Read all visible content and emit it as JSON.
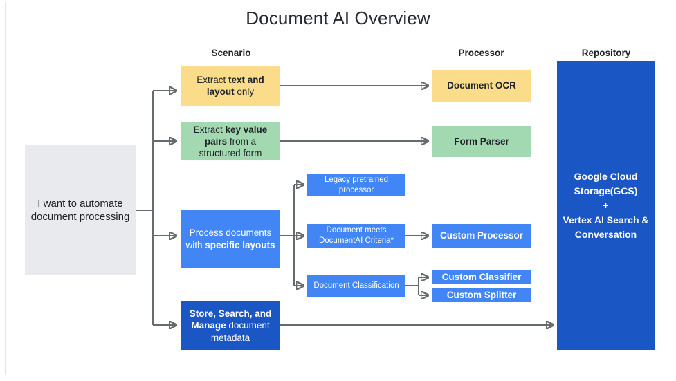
{
  "title": "Document AI Overview",
  "colors": {
    "yellow": "#fbdc8b",
    "green": "#a3d9b1",
    "blue": "#4285f4",
    "dark_blue": "#1a56c4",
    "grey": "#e8eaed",
    "connector": "#666b6f",
    "text_dark": "#1f2328",
    "text_light": "#ffffff"
  },
  "column_headers": {
    "scenario": "Scenario",
    "processor": "Processor",
    "repository": "Repository"
  },
  "entry": {
    "label": "I want to automate document processing",
    "color": "#e8eaed"
  },
  "scenarios": [
    {
      "id": "extract-text-layout",
      "parts": [
        {
          "text": "Extract ",
          "bold": false
        },
        {
          "text": "text and layout",
          "bold": true
        },
        {
          "text": " only",
          "bold": false
        }
      ],
      "plain": "Extract text and layout only",
      "color": "#fbdc8b"
    },
    {
      "id": "extract-key-value",
      "parts": [
        {
          "text": "Extract ",
          "bold": false
        },
        {
          "text": "key value pairs",
          "bold": true
        },
        {
          "text": " from a structured form",
          "bold": false
        }
      ],
      "plain": "Extract key value pairs from a structured form",
      "color": "#a3d9b1"
    },
    {
      "id": "process-specific-layouts",
      "parts": [
        {
          "text": "Process documents with ",
          "bold": false
        },
        {
          "text": "specific layouts",
          "bold": true
        }
      ],
      "plain": "Process documents with specific layouts",
      "color": "#4285f4"
    },
    {
      "id": "store-search-manage",
      "parts": [
        {
          "text": "Store, Search, and Manage",
          "bold": true
        },
        {
          "text": " document metadata",
          "bold": false
        }
      ],
      "plain": "Store, Search, and Manage document metadata",
      "color": "#1a56c4"
    }
  ],
  "sub_nodes": [
    {
      "id": "legacy-pretrained-processor",
      "label": "Legacy pretrained processor",
      "color": "#4285f4"
    },
    {
      "id": "document-meets-criteria",
      "label": "Document meets DocumentAI Criteria*",
      "color": "#4285f4"
    },
    {
      "id": "document-classification",
      "label": "Document Classification",
      "color": "#4285f4"
    }
  ],
  "processors": [
    {
      "id": "document-ocr",
      "label": "Document OCR",
      "color": "#fbdc8b"
    },
    {
      "id": "form-parser",
      "label": "Form Parser",
      "color": "#a3d9b1"
    },
    {
      "id": "custom-processor",
      "label": "Custom Processor",
      "color": "#4285f4"
    },
    {
      "id": "custom-classifier",
      "label": "Custom Classifier",
      "color": "#4285f4"
    },
    {
      "id": "custom-splitter",
      "label": "Custom Splitter",
      "color": "#4285f4"
    }
  ],
  "repository": {
    "id": "repository-box",
    "lines": [
      "Google Cloud",
      "Storage(GCS)",
      "+",
      "Vertex AI Search &",
      "Conversation"
    ],
    "plain": "Google Cloud Storage(GCS) + Vertex AI Search & Conversation",
    "color": "#1a56c4"
  }
}
